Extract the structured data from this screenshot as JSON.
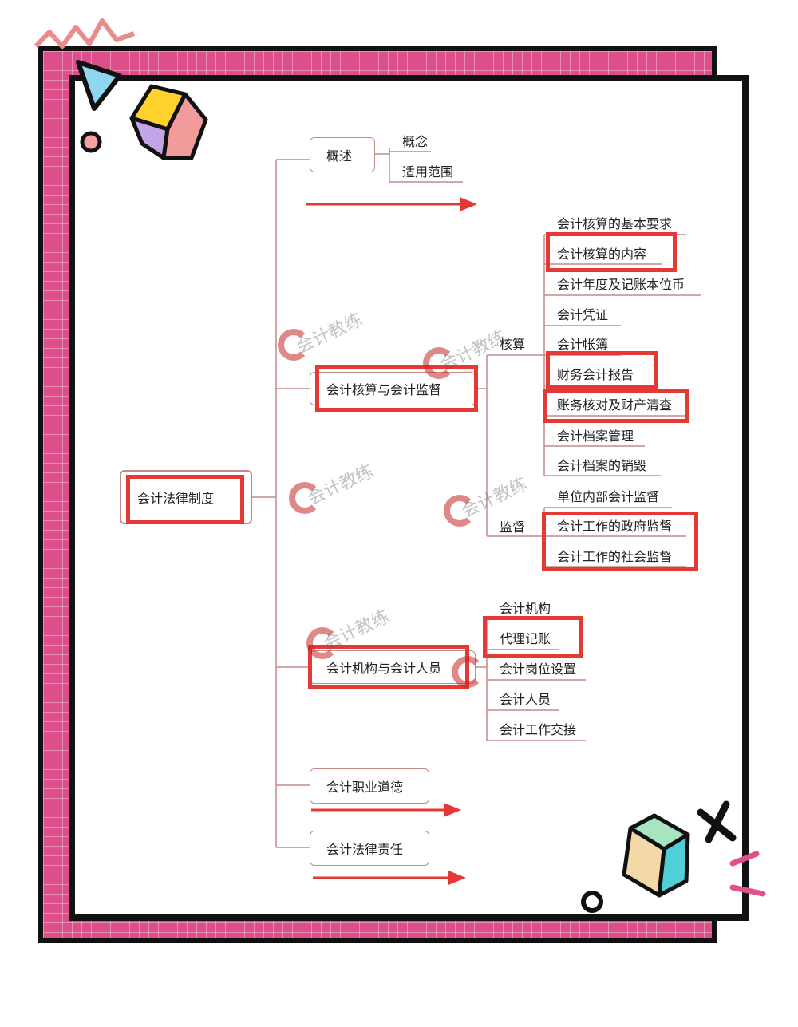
{
  "root": {
    "label": "会计法律制度"
  },
  "branches": {
    "overview": {
      "label": "概述",
      "children": [
        "概念",
        "适用范围"
      ]
    },
    "accounting": {
      "label": "会计核算与会计监督",
      "hesuan": {
        "label": "核算",
        "children": [
          "会计核算的基本要求",
          "会计核算的内容",
          "会计年度及记账本位币",
          "会计凭证",
          "会计帐簿",
          "财务会计报告",
          "账务核对及财产清查",
          "会计档案管理",
          "会计档案的销毁"
        ]
      },
      "jiandu": {
        "label": "监督",
        "children": [
          "单位内部会计监督",
          "会计工作的政府监督",
          "会计工作的社会监督"
        ]
      }
    },
    "institution": {
      "label": "会计机构与会计人员",
      "children": [
        "会计机构",
        "代理记账",
        "会计岗位设置",
        "会计人员",
        "会计工作交接"
      ]
    },
    "ethics": {
      "label": "会计职业道德"
    },
    "liability": {
      "label": "会计法律责任"
    }
  },
  "watermark_text": "会计教练",
  "colors": {
    "frame": "#dc4f8a",
    "highlight": "#e53935",
    "line": "#c48a8a"
  }
}
